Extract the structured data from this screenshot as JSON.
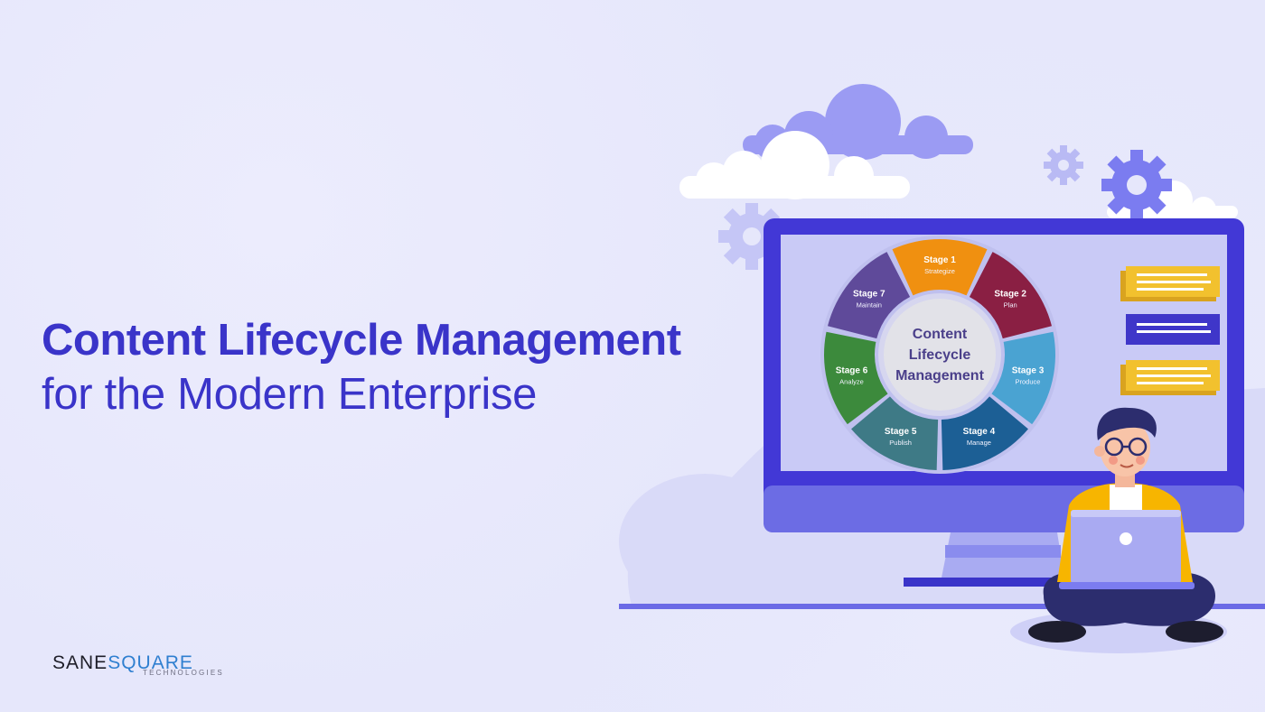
{
  "headline": {
    "line1": "Content Lifecycle Management",
    "line2": "for the Modern Enterprise"
  },
  "logo": {
    "brand_part1": "SANE",
    "brand_part2": "SQUARE",
    "tagline": "TECHNOLOGIES"
  },
  "wheel": {
    "center_line1": "Content",
    "center_line2": "Lifecycle",
    "center_line3": "Management",
    "stages": [
      {
        "label": "Stage 1",
        "name": "Strategize",
        "color": "#f09010"
      },
      {
        "label": "Stage 2",
        "name": "Plan",
        "color": "#8a1f43"
      },
      {
        "label": "Stage 3",
        "name": "Produce",
        "color": "#4aa3d2"
      },
      {
        "label": "Stage 4",
        "name": "Manage",
        "color": "#1c5f95"
      },
      {
        "label": "Stage 5",
        "name": "Publish",
        "color": "#3e7a86"
      },
      {
        "label": "Stage 6",
        "name": "Analyze",
        "color": "#3c8a3c"
      },
      {
        "label": "Stage 7",
        "name": "Maintain",
        "color": "#5f4a9a"
      }
    ]
  },
  "colors": {
    "title": "#3a34c9",
    "monitor_frame": "#4238d6",
    "monitor_screen": "#c9caf6",
    "note_yellow": "#f2c12e",
    "note_blue": "#3f36c9"
  },
  "icons": [
    "cloud-icon",
    "gear-icon",
    "person-with-laptop-illustration",
    "monitor-icon"
  ]
}
